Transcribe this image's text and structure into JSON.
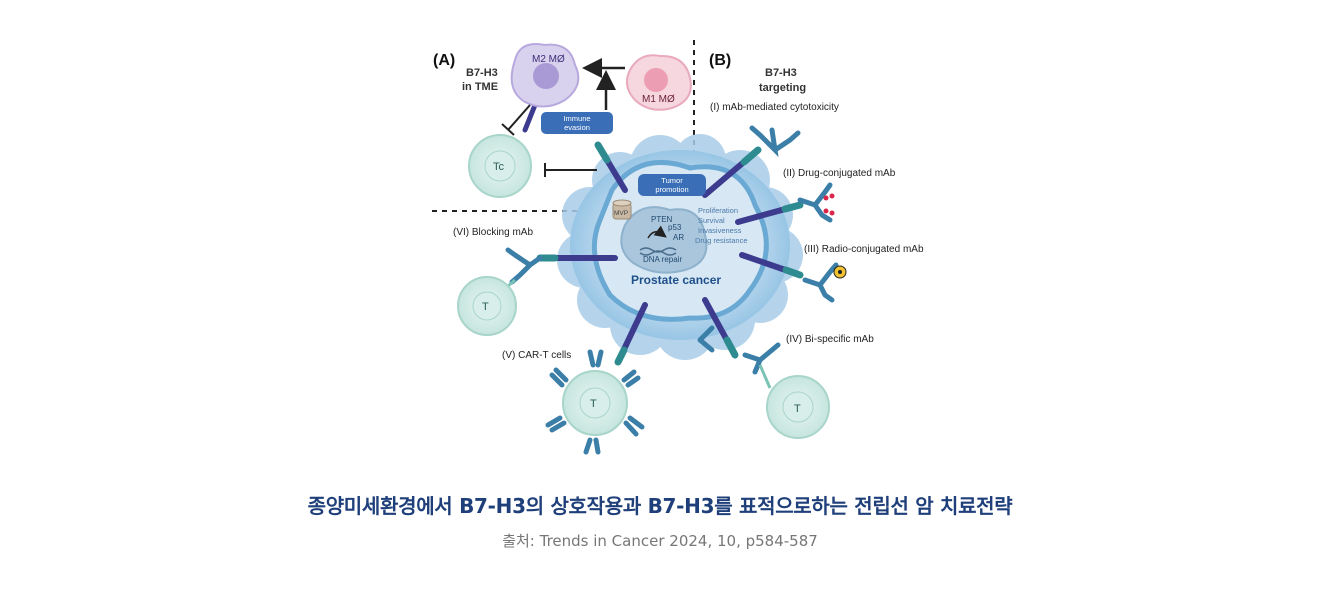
{
  "panel_a": {
    "label": "(A)",
    "title_line1": "B7-H3",
    "title_line2": "in TME",
    "m2_label": "M2 MØ",
    "m1_label": "M1 MØ",
    "immune_line1": "Immune",
    "immune_line2": "evasion",
    "tc_label": "Tc",
    "tumor_line1": "Tumor",
    "tumor_line2": "promotion",
    "mvp_label": "MVP"
  },
  "panel_b": {
    "label": "(B)",
    "title_line1": "B7-H3",
    "title_line2": "targeting",
    "item1": "(I)  mAb-mediated cytotoxicity",
    "item2": "(II) Drug-conjugated mAb",
    "item3": "(III) Radio-conjugated mAb",
    "item4": "(IV) Bi-specific mAb",
    "item5": "(V)  CAR-T cells",
    "item6": "(VI) Blocking mAb",
    "t_label": "T"
  },
  "nucleus": {
    "pten": "PTEN",
    "p53": "p53",
    "ar": "AR",
    "dna_repair": "DNA repair"
  },
  "hallmarks": {
    "line1": "Proliferation",
    "line2": "Survival",
    "line3": "Invasiveness",
    "line4": "Drug resistance"
  },
  "cell_label": "Prostate cancer",
  "caption": {
    "title": "종양미세환경에서 B7-H3의 상호작용과 B7-H3를 표적으로하는 전립선 암 치료전략",
    "source": "출처: Trends in Cancer 2024, 10, p584-587"
  },
  "colors": {
    "receptor_dark": "#3d3b8e",
    "receptor_teal": "#2e8b8f",
    "antibody": "#3b7fa8",
    "tumor_blue": "#7ab7dc",
    "t_cell": "#cfe9e4",
    "badge": "#3a6fb8",
    "caption_title": "#1f3f7a"
  }
}
